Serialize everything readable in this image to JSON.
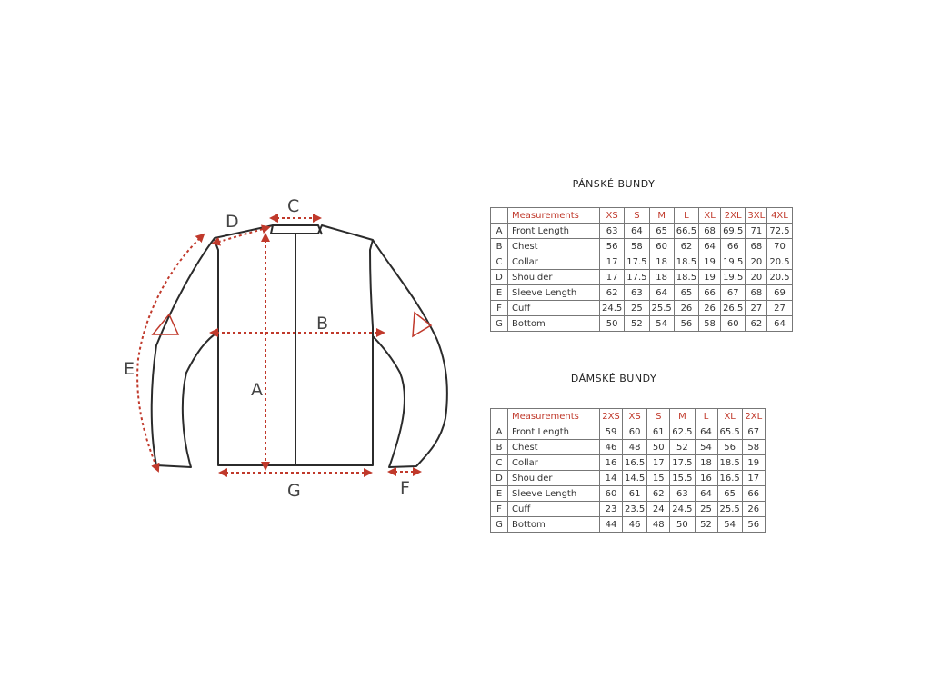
{
  "diagram": {
    "labels": {
      "a": "A",
      "b": "B",
      "c": "C",
      "d": "D",
      "e": "E",
      "f": "F",
      "g": "G"
    },
    "colors": {
      "outline": "#2b2b2b",
      "measure": "#c0392b"
    }
  },
  "tables": {
    "men": {
      "title": "PÁNSKÉ BUNDY",
      "header": "Measurements",
      "sizes": [
        "XS",
        "S",
        "M",
        "L",
        "XL",
        "2XL",
        "3XL",
        "4XL"
      ],
      "rows": [
        {
          "letter": "A",
          "name": "Front Length",
          "values": [
            "63",
            "64",
            "65",
            "66.5",
            "68",
            "69.5",
            "71",
            "72.5"
          ]
        },
        {
          "letter": "B",
          "name": "Chest",
          "values": [
            "56",
            "58",
            "60",
            "62",
            "64",
            "66",
            "68",
            "70"
          ]
        },
        {
          "letter": "C",
          "name": "Collar",
          "values": [
            "17",
            "17.5",
            "18",
            "18.5",
            "19",
            "19.5",
            "20",
            "20.5"
          ]
        },
        {
          "letter": "D",
          "name": "Shoulder",
          "values": [
            "17",
            "17.5",
            "18",
            "18.5",
            "19",
            "19.5",
            "20",
            "20.5"
          ]
        },
        {
          "letter": "E",
          "name": "Sleeve Length",
          "values": [
            "62",
            "63",
            "64",
            "65",
            "66",
            "67",
            "68",
            "69"
          ]
        },
        {
          "letter": "F",
          "name": "Cuff",
          "values": [
            "24.5",
            "25",
            "25.5",
            "26",
            "26",
            "26.5",
            "27",
            "27"
          ]
        },
        {
          "letter": "G",
          "name": "Bottom",
          "values": [
            "50",
            "52",
            "54",
            "56",
            "58",
            "60",
            "62",
            "64"
          ]
        }
      ]
    },
    "women": {
      "title": "DÁMSKÉ BUNDY",
      "header": "Measurements",
      "sizes": [
        "2XS",
        "XS",
        "S",
        "M",
        "L",
        "XL",
        "2XL"
      ],
      "rows": [
        {
          "letter": "A",
          "name": "Front Length",
          "values": [
            "59",
            "60",
            "61",
            "62.5",
            "64",
            "65.5",
            "67"
          ]
        },
        {
          "letter": "B",
          "name": "Chest",
          "values": [
            "46",
            "48",
            "50",
            "52",
            "54",
            "56",
            "58"
          ]
        },
        {
          "letter": "C",
          "name": "Collar",
          "values": [
            "16",
            "16.5",
            "17",
            "17.5",
            "18",
            "18.5",
            "19"
          ]
        },
        {
          "letter": "D",
          "name": "Shoulder",
          "values": [
            "14",
            "14.5",
            "15",
            "15.5",
            "16",
            "16.5",
            "17"
          ]
        },
        {
          "letter": "E",
          "name": "Sleeve Length",
          "values": [
            "60",
            "61",
            "62",
            "63",
            "64",
            "65",
            "66"
          ]
        },
        {
          "letter": "F",
          "name": "Cuff",
          "values": [
            "23",
            "23.5",
            "24",
            "24.5",
            "25",
            "25.5",
            "26"
          ]
        },
        {
          "letter": "G",
          "name": "Bottom",
          "values": [
            "44",
            "46",
            "48",
            "50",
            "52",
            "54",
            "56"
          ]
        }
      ]
    }
  }
}
